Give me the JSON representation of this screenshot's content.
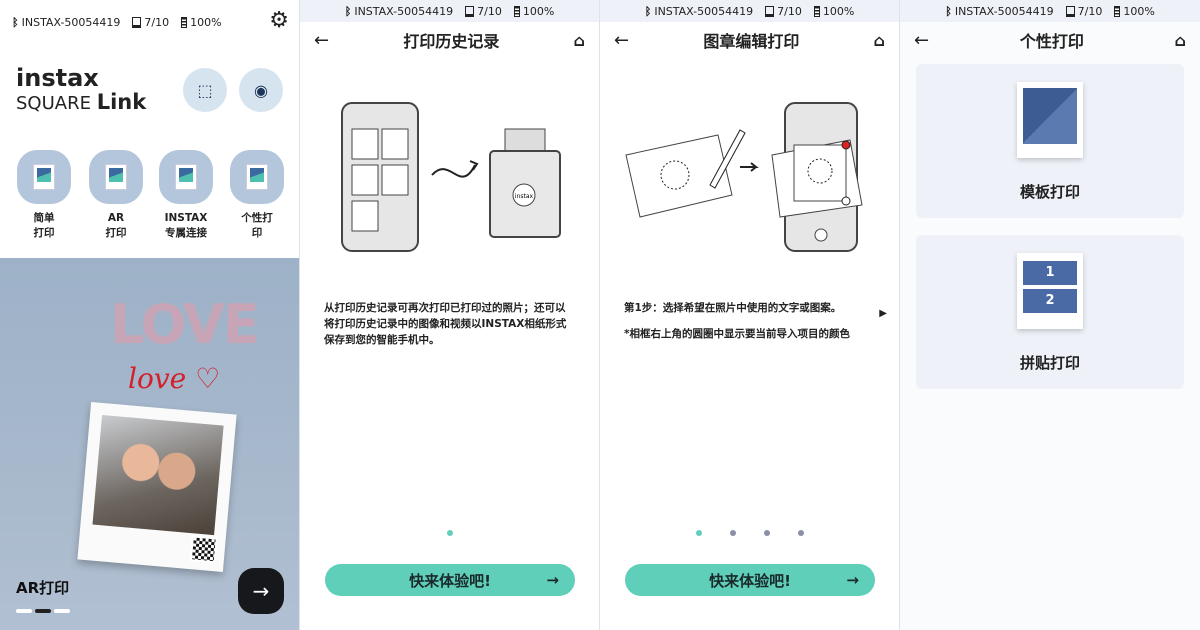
{
  "status": {
    "device": "INSTAX-50054419",
    "film": "7/10",
    "battery": "100%"
  },
  "home": {
    "logo_line1": "instax",
    "logo_line2a": "SQUARE",
    "logo_line2b": "Link",
    "features": [
      {
        "label1": "简单",
        "label2": "打印"
      },
      {
        "label1": "AR",
        "label2": "打印"
      },
      {
        "label1": "INSTAX",
        "label2": "专属连接"
      },
      {
        "label1": "个性打",
        "label2": "印"
      }
    ],
    "banner_art_text": [
      "LOVE",
      "love"
    ],
    "banner_label": "AR打印",
    "pager_active": 2,
    "pager_total": 3
  },
  "history": {
    "title": "打印历史记录",
    "desc": "从打印历史记录可再次打印已打印过的照片；还可以将打印历史记录中的图像和视频以INSTAX相纸形式保存到您的智能手机中。",
    "printer_label": "instax",
    "dots_total": 1,
    "dots_active": 1,
    "cta": "快来体验吧!"
  },
  "stamp": {
    "title": "图章编辑打印",
    "step": "第1步：选择希望在照片中使用的文字或图案。",
    "note": "*相框右上角的圆圈中显示要当前导入项目的颜色",
    "dots_total": 4,
    "dots_active": 1,
    "cta": "快来体验吧!"
  },
  "personal": {
    "title": "个性打印",
    "options": [
      {
        "label": "模板打印"
      },
      {
        "label": "拼贴打印",
        "cells": [
          "1",
          "2"
        ]
      }
    ]
  },
  "colors": {
    "accent": "#5fcfba",
    "icon_bg": "#b3c6dc",
    "card_bg": "#eef2f8"
  }
}
